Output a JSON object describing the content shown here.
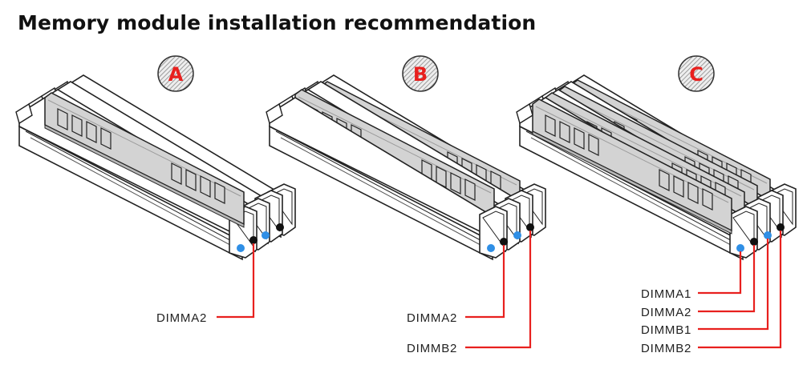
{
  "title": "Memory module installation recommendation",
  "configurations": [
    {
      "letter": "A",
      "labels": [
        "DIMMA2"
      ]
    },
    {
      "letter": "B",
      "labels": [
        "DIMMA2",
        "DIMMB2"
      ]
    },
    {
      "letter": "C",
      "labels": [
        "DIMMA1",
        "DIMMA2",
        "DIMMB1",
        "DIMMB2"
      ]
    }
  ],
  "colors": {
    "badge_letter": "#e8201e",
    "callout_line": "#e8201e",
    "latch_blue": "#2f8fe6",
    "latch_black": "#111111",
    "module_fill": "#d3d3d3",
    "slot_outline": "#222222"
  }
}
